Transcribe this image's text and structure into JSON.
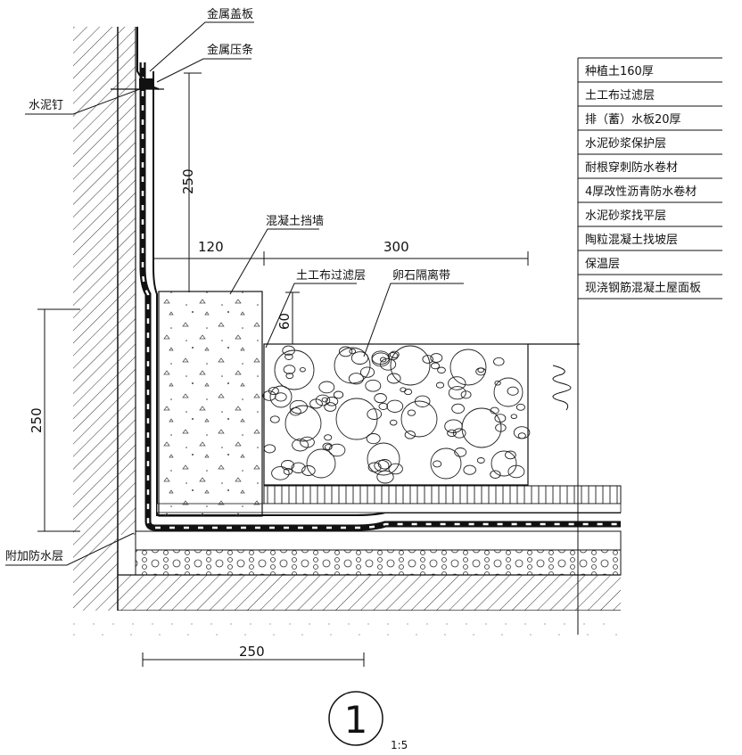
{
  "labels": {
    "metal_cover": "金属盖板",
    "metal_strip": "金属压条",
    "cement_nail": "水泥钉",
    "retaining_wall": "混凝土挡墙",
    "geotextile": "土工布过滤层",
    "pebble_strip": "卵石隔离带",
    "extra_waterproof": "附加防水层"
  },
  "dimensions": {
    "d250_upper": "250",
    "d120": "120",
    "d300": "300",
    "d60": "60",
    "d250_left": "250",
    "d250_bottom": "250"
  },
  "layers": [
    "种植土160厚",
    "土工布过滤层",
    "排（蓄）水板20厚",
    "水泥砂浆保护层",
    "耐根穿刺防水卷材",
    "4厚改性沥青防水卷材",
    "水泥砂浆找平层",
    "陶粒混凝土找坡层",
    "保温层",
    "现浇钢筋混凝土屋面板"
  ],
  "callout": {
    "number": "1",
    "scale": "1:5"
  }
}
